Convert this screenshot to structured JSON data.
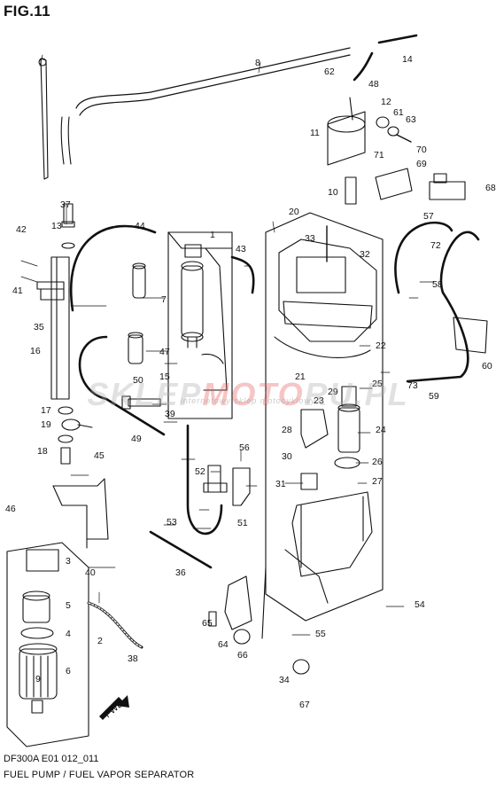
{
  "figure": {
    "title": "FIG.11",
    "code": "DF300A E01 012_011",
    "caption": "FUEL PUMP / FUEL VAPOR SEPARATOR"
  },
  "watermark": {
    "part1": "SKLEP",
    "part2": "MOTO",
    "part3": "RU.PL",
    "subtitle": "internetowy sklep motocyklowy"
  },
  "fwd_label": "FWD",
  "callouts": [
    "1",
    "2",
    "3",
    "4",
    "5",
    "6",
    "7",
    "8",
    "9",
    "10",
    "11",
    "12",
    "13",
    "14",
    "15",
    "16",
    "17",
    "18",
    "19",
    "20",
    "21",
    "22",
    "23",
    "24",
    "25",
    "26",
    "27",
    "28",
    "29",
    "30",
    "31",
    "32",
    "33",
    "34",
    "35",
    "36",
    "37",
    "38",
    "39",
    "40",
    "41",
    "42",
    "43",
    "44",
    "45",
    "46",
    "47",
    "48",
    "49",
    "50",
    "51",
    "52",
    "53",
    "54",
    "55",
    "56",
    "57",
    "58",
    "59",
    "60",
    "61",
    "62",
    "63",
    "64",
    "65",
    "66",
    "67",
    "68",
    "69",
    "70",
    "71",
    "72",
    "73"
  ]
}
